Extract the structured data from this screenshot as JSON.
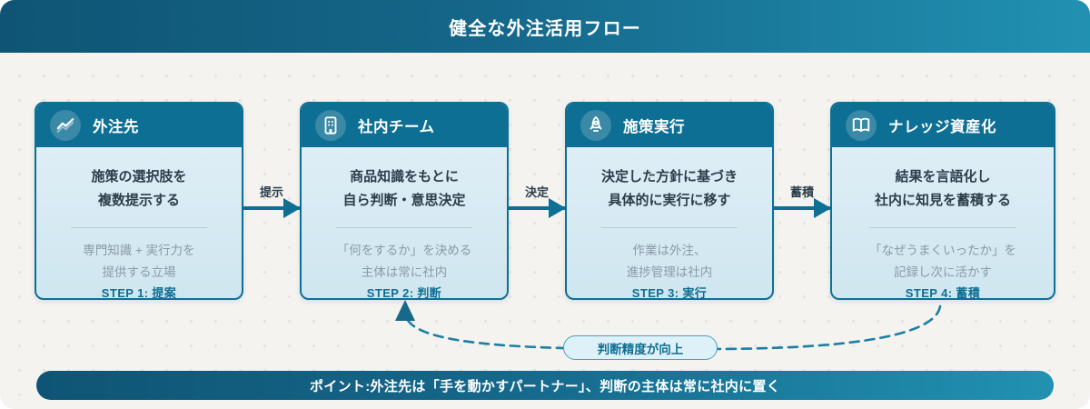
{
  "header": {
    "title": "健全な外注活用フロー"
  },
  "steps": [
    {
      "icon": "trending-up-icon",
      "title": "外注先",
      "desc1": "施策の選択肢を",
      "desc2": "複数提示する",
      "sub1": "専門知識 + 実行力を",
      "sub2": "提供する立場",
      "step_label": "STEP 1: 提案"
    },
    {
      "icon": "building-icon",
      "title": "社内チーム",
      "desc1": "商品知識をもとに",
      "desc2": "自ら判断・意思決定",
      "sub1": "「何をするか」を決める",
      "sub2": "主体は常に社内",
      "step_label": "STEP 2: 判断"
    },
    {
      "icon": "rocket-icon",
      "title": "施策実行",
      "desc1": "決定した方針に基づき",
      "desc2": "具体的に実行に移す",
      "sub1": "作業は外注、",
      "sub2": "進捗管理は社内",
      "step_label": "STEP 3: 実行"
    },
    {
      "icon": "open-book-icon",
      "title": "ナレッジ資産化",
      "desc1": "結果を言語化し",
      "desc2": "社内に知見を蓄積する",
      "sub1": "「なぜうまくいったか」を",
      "sub2": "記録し次に活かす",
      "step_label": "STEP 4: 蓄積"
    }
  ],
  "arrows": [
    {
      "label": "提示"
    },
    {
      "label": "決定"
    },
    {
      "label": "蓄積"
    }
  ],
  "feedback": {
    "label": "判断精度が向上"
  },
  "footer": {
    "text": "ポイント:外注先は「手を動かすパートナー」、判断の主体は常に社内に置く"
  },
  "colors": {
    "accent_dark": "#0f5474",
    "accent": "#0e6f94",
    "accent_light": "#2191b2",
    "card_body": "#d8e9f2",
    "text_main": "#2c3e4a",
    "text_muted": "#8a9ba7",
    "dashed_line": "#1b7fa3",
    "background": "#f4f3f0"
  }
}
